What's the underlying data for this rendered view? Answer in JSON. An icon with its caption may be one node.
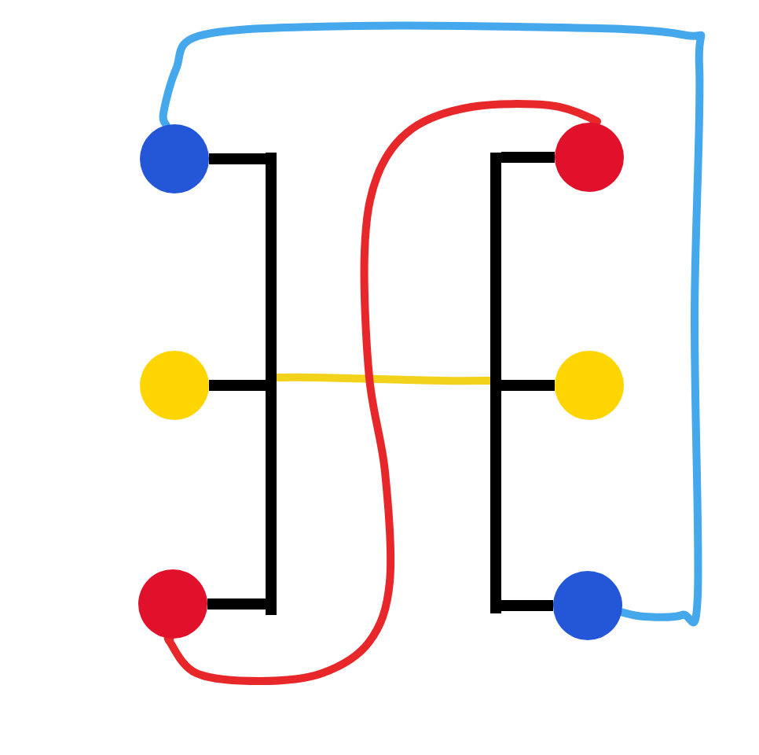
{
  "diagram": {
    "nodes": [
      {
        "text": [],
        "shape": "circle"
      },
      {
        "text": [],
        "shape": "circle"
      },
      {
        "text": [],
        "shape": "circle"
      },
      {
        "text": [],
        "shape": "circle"
      },
      {
        "text": [],
        "shape": "circle"
      },
      {
        "text": [],
        "shape": "circle"
      },
      {
        "text": [],
        "shape": "bar"
      },
      {
        "text": [],
        "shape": "bar"
      }
    ],
    "edges": [
      {
        "from": 0,
        "to": 5,
        "arrow": "none",
        "color": "#45a8ec"
      },
      {
        "from": 6,
        "to": 7,
        "arrow": "none",
        "color": "#f3d21c"
      },
      {
        "from": 4,
        "to": 1,
        "arrow": "none",
        "color": "#e8272b"
      },
      {
        "from": 0,
        "to": 6,
        "arrow": "none"
      },
      {
        "from": 2,
        "to": 6,
        "arrow": "none"
      },
      {
        "from": 4,
        "to": 6,
        "arrow": "none"
      },
      {
        "from": 1,
        "to": 7,
        "arrow": "none"
      },
      {
        "from": 3,
        "to": 7,
        "arrow": "none"
      },
      {
        "from": 5,
        "to": 7,
        "arrow": "none"
      }
    ]
  }
}
